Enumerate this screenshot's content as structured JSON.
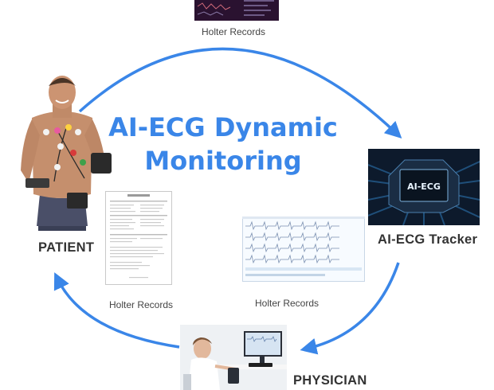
{
  "title": {
    "line1": "AI-ECG Dynamic",
    "line2": "Monitoring"
  },
  "nodes": {
    "patient": "PATIENT",
    "tracker": "AI-ECG Tracker",
    "physician": "PHYSICIAN"
  },
  "records": {
    "top": "Holter Records",
    "left": "Holter Records",
    "middle": "Holter Records"
  },
  "chip_text": "AI-ECG",
  "colors": {
    "accent": "#3a86e8",
    "label": "#333333",
    "chip_bg": "#0d1a2c"
  }
}
